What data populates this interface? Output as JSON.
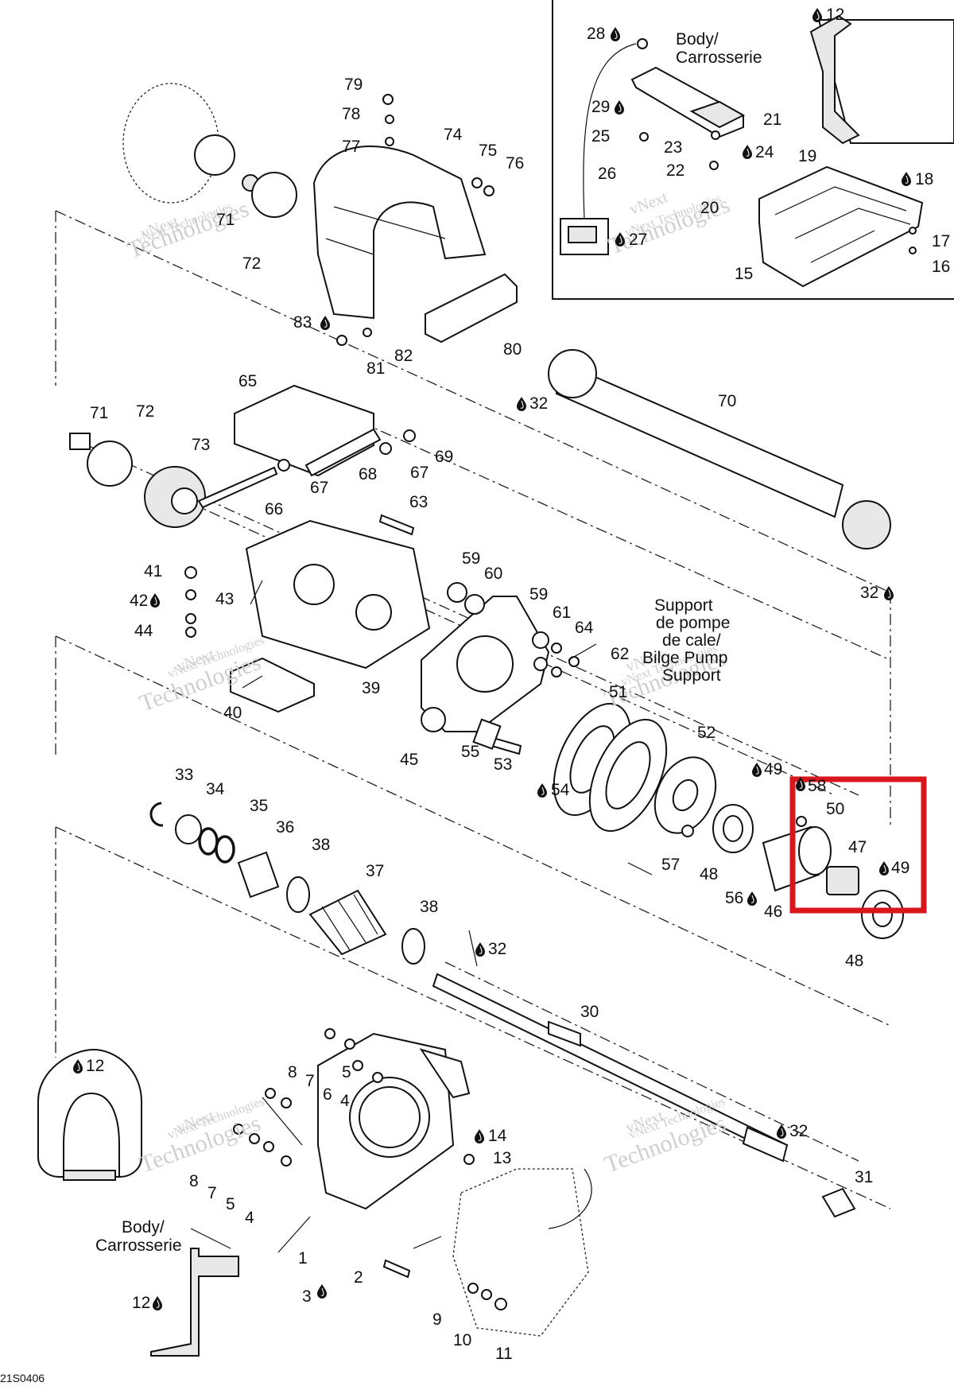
{
  "labels": {
    "p1": "1",
    "p2": "2",
    "p3": "3",
    "p4a": "4",
    "p4b": "4",
    "p5a": "5",
    "p5b": "5",
    "p6": "6",
    "p7a": "7",
    "p7b": "7",
    "p8a": "8",
    "p8b": "8",
    "p9": "9",
    "p10": "10",
    "p11": "11",
    "p12a": "12",
    "p12b": "12",
    "p12c": "12",
    "p13": "13",
    "p14": "14",
    "p15": "15",
    "p16": "16",
    "p17": "17",
    "p18": "18",
    "p19": "19",
    "p20": "20",
    "p21": "21",
    "p22": "22",
    "p23": "23",
    "p24": "24",
    "p25": "25",
    "p26": "26",
    "p27": "27",
    "p28": "28",
    "p29": "29",
    "p30": "30",
    "p31": "31",
    "p32a": "32",
    "p32b": "32",
    "p32c": "32",
    "p32d": "32",
    "p33": "33",
    "p34": "34",
    "p35": "35",
    "p36": "36",
    "p37": "37",
    "p38a": "38",
    "p38b": "38",
    "p39": "39",
    "p40": "40",
    "p41": "41",
    "p42": "42",
    "p43": "43",
    "p44": "44",
    "p45": "45",
    "p46": "46",
    "p47": "47",
    "p48a": "48",
    "p48b": "48",
    "p49a": "49",
    "p49b": "49",
    "p50": "50",
    "p51": "51",
    "p52": "52",
    "p53": "53",
    "p54": "54",
    "p55": "55",
    "p56": "56",
    "p57": "57",
    "p58": "58",
    "p59a": "59",
    "p59b": "59",
    "p60": "60",
    "p61": "61",
    "p62": "62",
    "p63": "63",
    "p64": "64",
    "p65": "65",
    "p66": "66",
    "p67a": "67",
    "p67b": "67",
    "p68": "68",
    "p69": "69",
    "p70": "70",
    "p71a": "71",
    "p71b": "71",
    "p72a": "72",
    "p72b": "72",
    "p73": "73",
    "p74": "74",
    "p75": "75",
    "p76": "76",
    "p77": "77",
    "p78": "78",
    "p79": "79",
    "p80": "80",
    "p81": "81",
    "p82": "82",
    "p83": "83"
  },
  "notes": {
    "body_top_line1": "Body/",
    "body_top_line2": "Carrosserie",
    "body_bottom_line1": "Body/",
    "body_bottom_line2": "Carrosserie",
    "bilge_line1": "Support",
    "bilge_line2": "de pompe",
    "bilge_line3": "de cale/",
    "bilge_line4": "Bilge Pump",
    "bilge_line5": "Support"
  },
  "watermark": {
    "line1": "vNext",
    "line2": "vNext Technologies",
    "line3": "Technologies"
  },
  "drawing_code": "21S0406",
  "colors": {
    "highlight": "#d9161c",
    "ink": "#111111",
    "watermark": "#cfcfcf"
  },
  "icons": {
    "lubricant": "drop-icon"
  }
}
